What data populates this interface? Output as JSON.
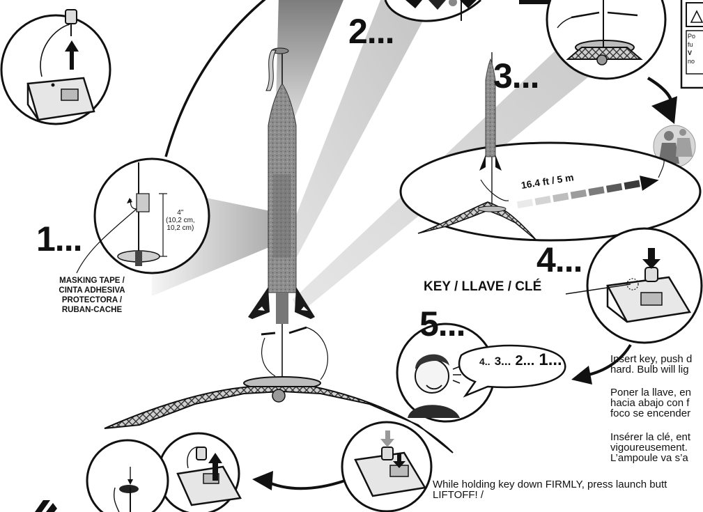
{
  "steps": {
    "s1": "1...",
    "s2": "2...",
    "s3": "3...",
    "s4": "4...",
    "s5": "5..."
  },
  "masking_tape": {
    "measure": "4\"",
    "measure_metric_1": "(10,2 cm,",
    "measure_metric_2": "10,2 cm)",
    "line1": "MASKING TAPE /",
    "line2": "CINTA ADHESIVA",
    "line3": "PROTECTORA /",
    "line4": "RUBAN-CACHE"
  },
  "distance_label": "16.4 ft / 5 m",
  "key_label": "KEY / LLAVE / CLÉ",
  "countdown": {
    "c4": "4..",
    "c3": "3...",
    "c2": "2...",
    "c1": "1..."
  },
  "instructions": {
    "en_line1": "Insert key, push d",
    "en_line2": "hard. Bulb will lig",
    "es_line1": "Poner la llave, en",
    "es_line2": "hacia abajo con f",
    "es_line3": "foco se encender",
    "fr_line1": "Insérer la clé, ent",
    "fr_line2": "vigoureusement.",
    "fr_line3": "L’ampoule va s’a",
    "launch_line1": "While holding key down FIRMLY, press launch butt",
    "launch_line2": "LIFTOFF! /"
  },
  "warning_box": {
    "l1": "Po",
    "l2": "fu",
    "l3": "V",
    "l4": "no"
  },
  "colors": {
    "ink": "#111111",
    "rocket_body": "#8a8a8a",
    "fin": "#1a1a1a",
    "ray_gray": "#9a9a9a"
  }
}
